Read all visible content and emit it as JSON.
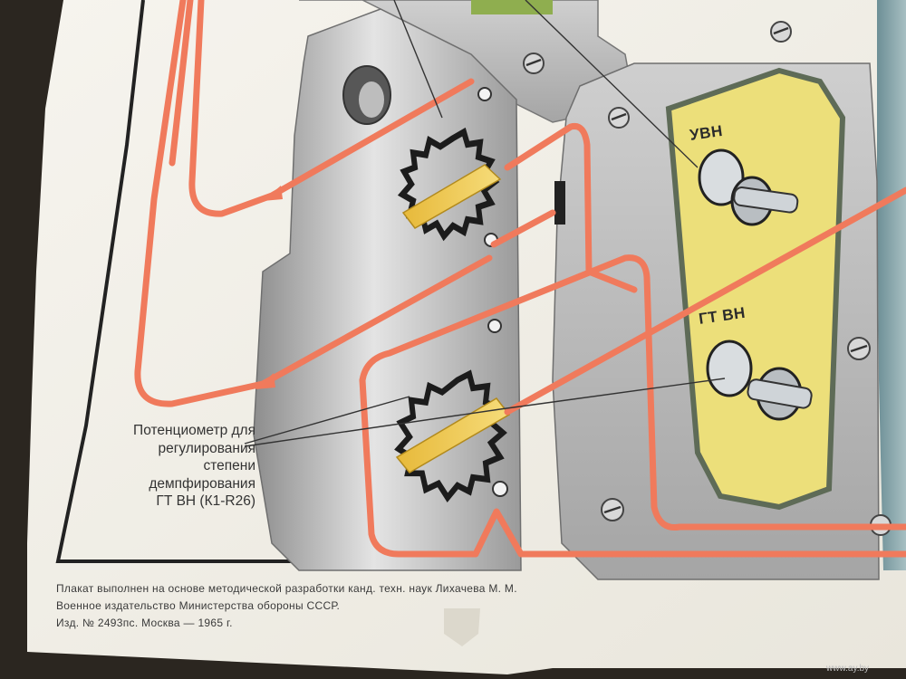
{
  "terminals": {
    "upper": "УВН",
    "lower": "ГТ ВН"
  },
  "potentiometer_caption": [
    "Потенциометр для",
    "регулирования",
    "степени",
    "демпфирования",
    "ГТ ВН (К1-R26)"
  ],
  "footer": {
    "line1": "Плакат выполнен на основе методической разработки канд. техн. наук Лихачева М. М.",
    "line2": "Военное издательство Министерства обороны СССР.",
    "line3": "Изд. № 2493пс. Москва — 1965 г."
  },
  "watermark": "www.ay.by",
  "colors": {
    "wire": "#f07a5c",
    "panel_yellow": "#ecdf7a",
    "paper": "#f3f0e8",
    "housing_gray": "#a9a9a9"
  }
}
